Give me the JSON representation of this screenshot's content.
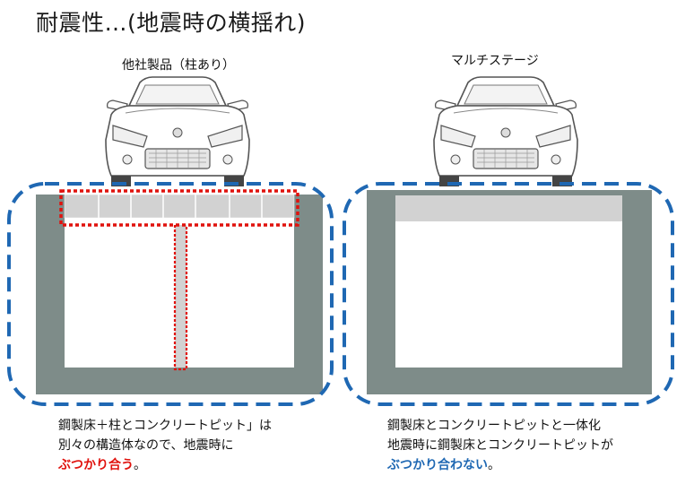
{
  "title": "耐震性…(地震時の横揺れ)",
  "left": {
    "label": "他社製品（柱あり）",
    "caption_line1": "鋼製床＋柱とコンクリートピット」は",
    "caption_line2": "別々の構造体なので、地震時に",
    "caption_highlight": "ぶつかり合う",
    "caption_end": "。"
  },
  "right": {
    "label": "マルチステージ",
    "caption_line1": "鋼製床とコンクリートピットと一体化",
    "caption_line2": "地震時に鋼製床とコンクリートピットが",
    "caption_highlight": "ぶつかり合わない",
    "caption_end": "。"
  },
  "colors": {
    "concrete": "#7e8c89",
    "floor": "#d2d2d2",
    "dash_blue": "#1f68b3",
    "dash_red": "#e0120d",
    "highlight_red": "#e0120d",
    "highlight_blue": "#1f68b3"
  },
  "icons": [
    "car-front-icon"
  ]
}
